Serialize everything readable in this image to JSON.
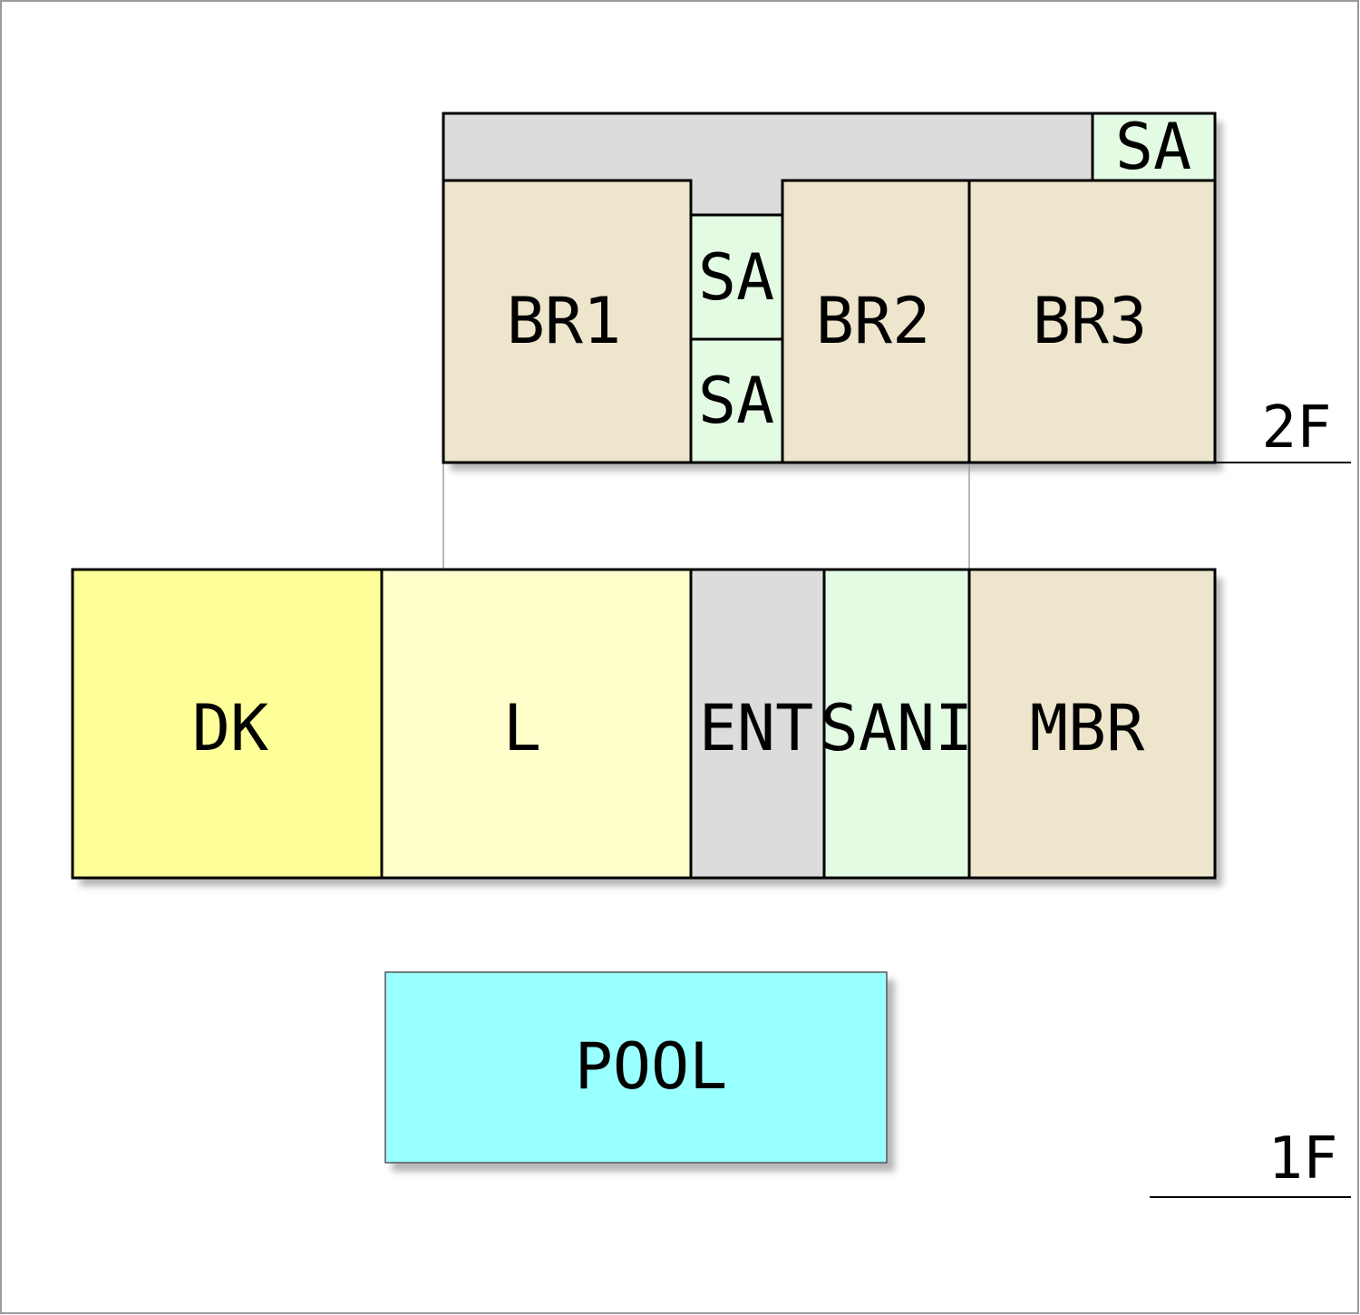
{
  "colors": {
    "frame": "#9a9a9a",
    "wall": "#000000",
    "connector": "#b8b8b8",
    "shadow": "#bdbdbd",
    "corridor": "#dcdcdc",
    "bedroom": "#ede5cc",
    "sanitary": "#e3fbe3",
    "dining_kitchen": "#ffff99",
    "living": "#ffffcc",
    "entrance": "#dcdcdc",
    "pool": "#99ffff",
    "pool_border": "#555555"
  },
  "floor2": {
    "label": "2F",
    "rooms": {
      "sa_top": "SA",
      "br1": "BR1",
      "sa_upper": "SA",
      "sa_lower": "SA",
      "br2": "BR2",
      "br3": "BR3"
    }
  },
  "floor1": {
    "label": "1F",
    "rooms": {
      "dk": "DK",
      "l": "L",
      "ent": "ENT",
      "sani": "SANI",
      "mbr": "MBR"
    }
  },
  "pool": {
    "label": "POOL"
  }
}
